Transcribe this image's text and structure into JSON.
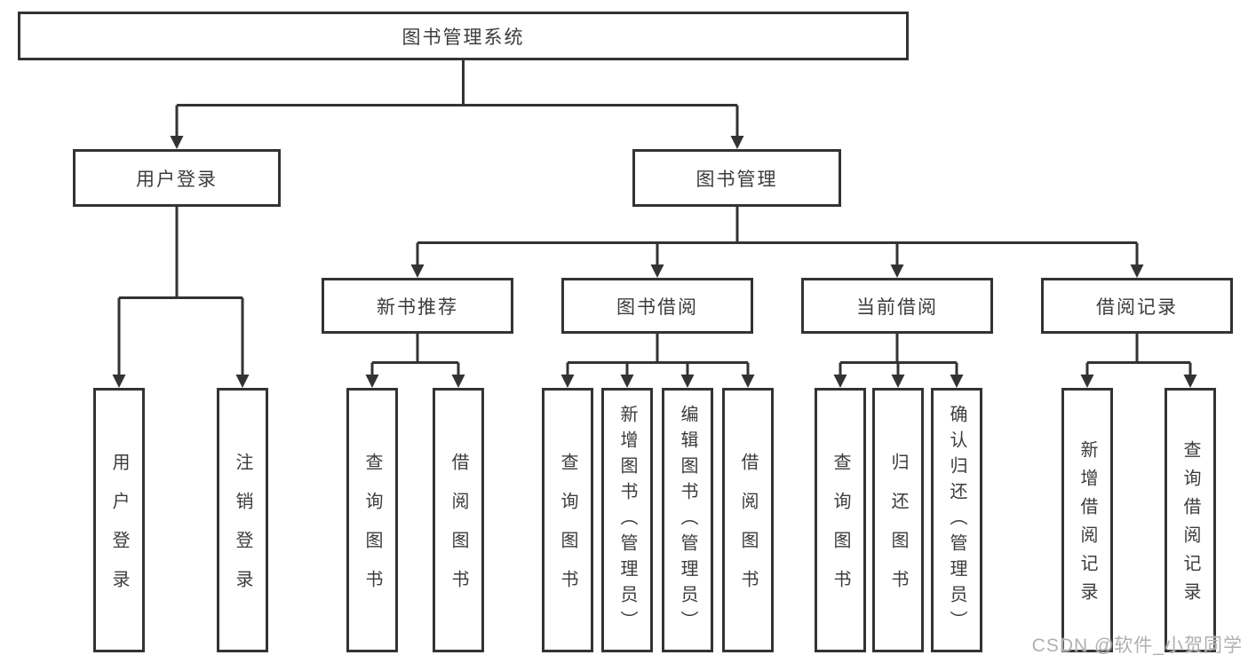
{
  "diagram": {
    "title_node": "图书管理系统",
    "branches": {
      "user_login": {
        "label": "用户登录",
        "children": {
          "login": "用户登录",
          "logout": "注销登录"
        }
      },
      "book_mgmt": {
        "label": "图书管理",
        "children": {
          "new_book_rec": {
            "label": "新书推荐",
            "children": {
              "query": "查询图书",
              "borrow": "借阅图书"
            }
          },
          "book_borrow": {
            "label": "图书借阅",
            "children": {
              "query": "查询图书",
              "add": "新增图书（管理员）",
              "edit": "编辑图书（管理员）",
              "borrow": "借阅图书"
            }
          },
          "current_borrow": {
            "label": "当前借阅",
            "children": {
              "query": "查询图书",
              "return": "归还图书",
              "confirm_return": "确认归还（管理员）"
            }
          },
          "borrow_records": {
            "label": "借阅记录",
            "children": {
              "add_record": "新增借阅记录",
              "query_record": "查询借阅记录"
            }
          }
        }
      }
    }
  },
  "watermark": "CSDN @软件_小贺同学",
  "colors": {
    "line": "#333333",
    "box_border": "#333333",
    "text": "#3c3c3c",
    "watermark": "#b0b0b0",
    "background": "#ffffff"
  }
}
